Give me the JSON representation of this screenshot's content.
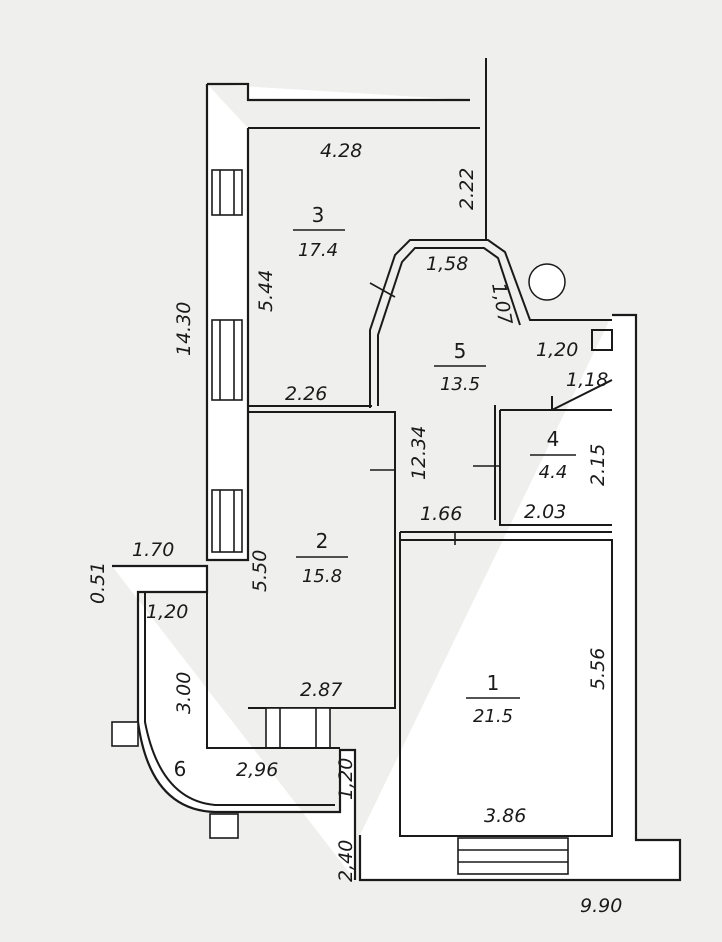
{
  "rooms": [
    {
      "number": "1",
      "area": "21.5"
    },
    {
      "number": "2",
      "area": "15.8"
    },
    {
      "number": "3",
      "area": "17.4"
    },
    {
      "number": "4",
      "area": "4.4"
    },
    {
      "number": "5",
      "area": "13.5"
    },
    {
      "number": "6",
      "area": ""
    }
  ],
  "dimensions": {
    "room3_width": "4.28",
    "room3_height": "5.44",
    "top_right_height": "2.22",
    "corridor_edge": "1,58",
    "diagonal_edge": "1,07",
    "bath_top": "1,20",
    "room4_top": "1,18",
    "room4_height": "2.15",
    "room4_width": "2.03",
    "hall_gap": "1.66",
    "hall_height": "12.34",
    "room2_top": "2.26",
    "room2_height": "5.50",
    "room2_width": "2.87",
    "overall_height": "14.30",
    "room1_height": "5.56",
    "room1_width": "3.86",
    "overall_width": "9.90",
    "balcony_top": "1.70",
    "balcony_depth": "0.51",
    "balcony_side": "1,20",
    "balcony_length": "3.00",
    "balcony_width": "2,96",
    "balcony_end": "1,20",
    "balcony_bottom": "2,40"
  }
}
